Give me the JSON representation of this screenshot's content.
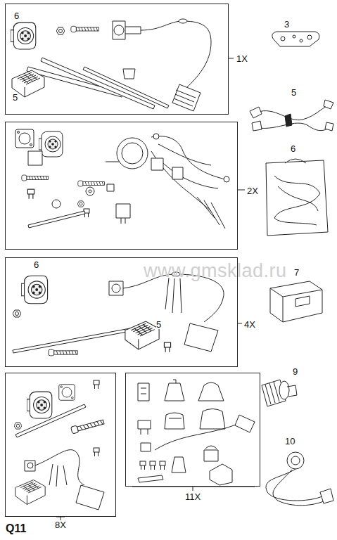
{
  "diagram": {
    "nodes": [
      {
        "text": [
          "6",
          "5",
          "1X"
        ]
      },
      {
        "text": [
          "2X"
        ]
      },
      {
        "text": [
          "6",
          "5",
          "4X"
        ]
      },
      {
        "text": [
          "8X"
        ]
      },
      {
        "text": [
          "11X"
        ]
      }
    ],
    "labels": [
      "3",
      "5",
      "6",
      "7",
      "9",
      "10",
      "www.gmsklad.ru",
      "Q11"
    ]
  }
}
